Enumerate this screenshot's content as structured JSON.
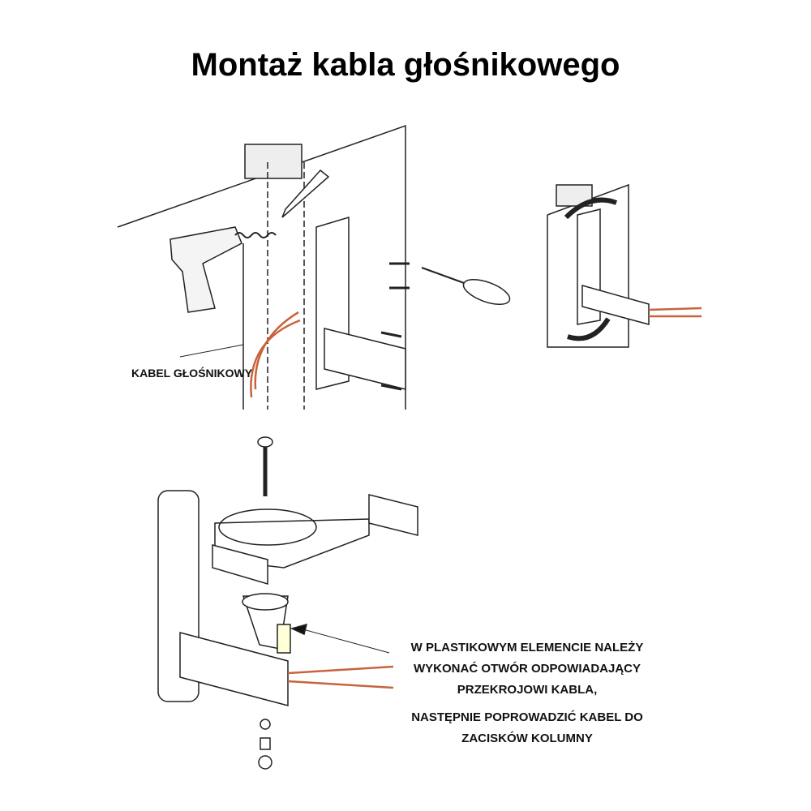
{
  "title": "Montaż kabla głośnikowego",
  "labels": {
    "speaker_cable": "KABEL GŁOŚNIKOWY"
  },
  "note": {
    "line1": "W PLASTIKOWYM ELEMENCIE NALEŻY",
    "line2": "WYKONAĆ OTWÓR ODPOWIADAJĄCY",
    "line3": "PRZEKROJOWI KABLA,",
    "line4": "NASTĘPNIE POPROWADZIĆ KABEL DO",
    "line5": "ZACISKÓW KOLUMNY"
  },
  "colors": {
    "cable": "#c8643c",
    "ink": "#222222"
  }
}
